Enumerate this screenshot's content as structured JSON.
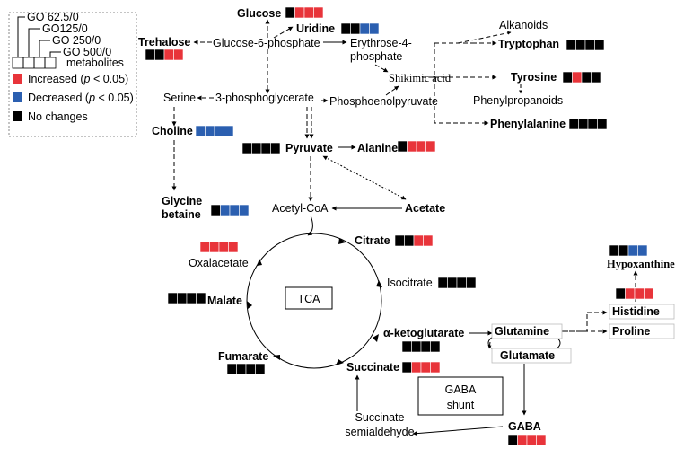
{
  "colors": {
    "increased": "#e8343a",
    "decreased": "#2b5fb0",
    "no_change": "#000000"
  },
  "legend": {
    "groups": [
      "GO 62.5/0",
      "GO125/0",
      "GO 250/0",
      "GO 500/0"
    ],
    "boxes_label": "metabolites",
    "increased": "Increased (",
    "decreased": "Decreased (",
    "p_symbol": "p",
    "p_tail": " < 0.05)",
    "no_changes": "No changes"
  },
  "metabolites": [
    {
      "id": "glucose",
      "label": "Glucose",
      "states": [
        "K",
        "R",
        "R",
        "R"
      ]
    },
    {
      "id": "uridine",
      "label": "Uridine",
      "states": [
        "K",
        "K",
        "B",
        "B"
      ]
    },
    {
      "id": "trehalose",
      "label": "Trehalose",
      "states": [
        "K",
        "K",
        "R",
        "R"
      ]
    },
    {
      "id": "tryptophan",
      "label": "Tryptophan",
      "states": [
        "K",
        "K",
        "K",
        "K"
      ]
    },
    {
      "id": "tyrosine",
      "label": "Tyrosine",
      "states": [
        "K",
        "R",
        "K",
        "K"
      ]
    },
    {
      "id": "phenylalanine",
      "label": "Phenylalanine",
      "states": [
        "K",
        "K",
        "K",
        "K"
      ]
    },
    {
      "id": "choline",
      "label": "Choline",
      "states": [
        "B",
        "B",
        "B",
        "B"
      ]
    },
    {
      "id": "pyruvate",
      "label": "Pyruvate",
      "states": [
        "K",
        "K",
        "K",
        "K"
      ]
    },
    {
      "id": "alanine",
      "label": "Alanine",
      "states": [
        "K",
        "R",
        "R",
        "R"
      ]
    },
    {
      "id": "glycine-betaine",
      "label": "Glycine\nbetaine",
      "states": [
        "K",
        "B",
        "B",
        "B"
      ]
    },
    {
      "id": "acetate",
      "label": "Acetate",
      "states": []
    },
    {
      "id": "oxalacetate",
      "label": "Oxalacetate",
      "states": [
        "R",
        "R",
        "R",
        "R"
      ]
    },
    {
      "id": "citrate",
      "label": "Citrate",
      "states": [
        "K",
        "K",
        "R",
        "R"
      ]
    },
    {
      "id": "isocitrate",
      "label": "Isocitrate",
      "states": [
        "K",
        "K",
        "K",
        "K"
      ]
    },
    {
      "id": "malate",
      "label": "Malate",
      "states": [
        "K",
        "K",
        "K",
        "K"
      ]
    },
    {
      "id": "alpha-ketoglutarate",
      "label": "α-ketoglutarate",
      "states": [
        "K",
        "K",
        "K",
        "K"
      ]
    },
    {
      "id": "fumarate",
      "label": "Fumarate",
      "states": [
        "K",
        "K",
        "K",
        "K"
      ]
    },
    {
      "id": "succinate",
      "label": "Succinate",
      "states": [
        "K",
        "R",
        "R",
        "R"
      ]
    },
    {
      "id": "glutamine",
      "label": "Glutamine",
      "states": []
    },
    {
      "id": "glutamate",
      "label": "Glutamate",
      "states": []
    },
    {
      "id": "hypoxanthine",
      "label": "Hypoxanthine",
      "states": [
        "K",
        "K",
        "B",
        "B"
      ]
    },
    {
      "id": "histidine",
      "label": "Histidine",
      "states": [
        "K",
        "R",
        "R",
        "R"
      ]
    },
    {
      "id": "proline",
      "label": "Proline",
      "states": []
    },
    {
      "id": "gaba",
      "label": "GABA",
      "states": [
        "K",
        "R",
        "R",
        "R"
      ]
    }
  ],
  "intermediates": {
    "g6p": "Glucose-6-phosphate",
    "e4p": "Erythrose-4-\nphosphate",
    "alkanoids": "Alkanoids",
    "shikimic": "Shikimic acid",
    "serine": "Serine",
    "pg3": "3-phosphoglycerate",
    "pep": "Phosphoenolpyruvate",
    "phenylpropanoids": "Phenylpropanoids",
    "acetylcoa": "Acetyl-CoA",
    "ssa": "Succinate\nsemialdehyde"
  },
  "boxes": {
    "tca": "TCA",
    "gaba_shunt": "GABA\nshunt"
  }
}
